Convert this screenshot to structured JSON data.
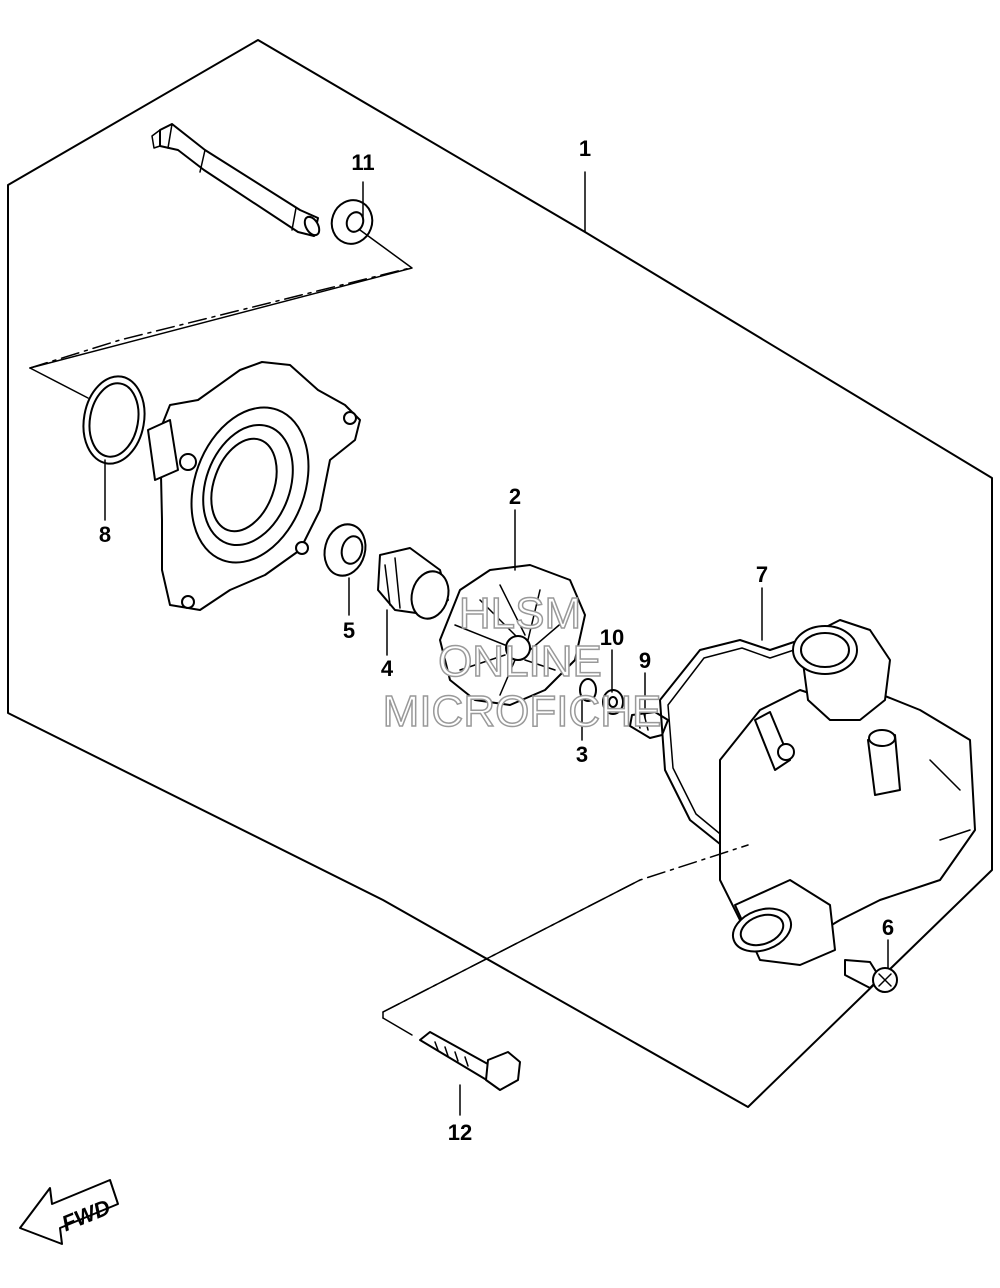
{
  "callouts": {
    "p1": "1",
    "p2": "2",
    "p3": "3",
    "p4": "4",
    "p5": "5",
    "p6": "6",
    "p7": "7",
    "p8": "8",
    "p9": "9",
    "p10": "10",
    "p11": "11",
    "p12": "12"
  },
  "watermark": {
    "line1": "HLSM",
    "line2": "ONLINE",
    "line3": "MICROFICHE"
  },
  "fwd": {
    "label": "FWD"
  }
}
